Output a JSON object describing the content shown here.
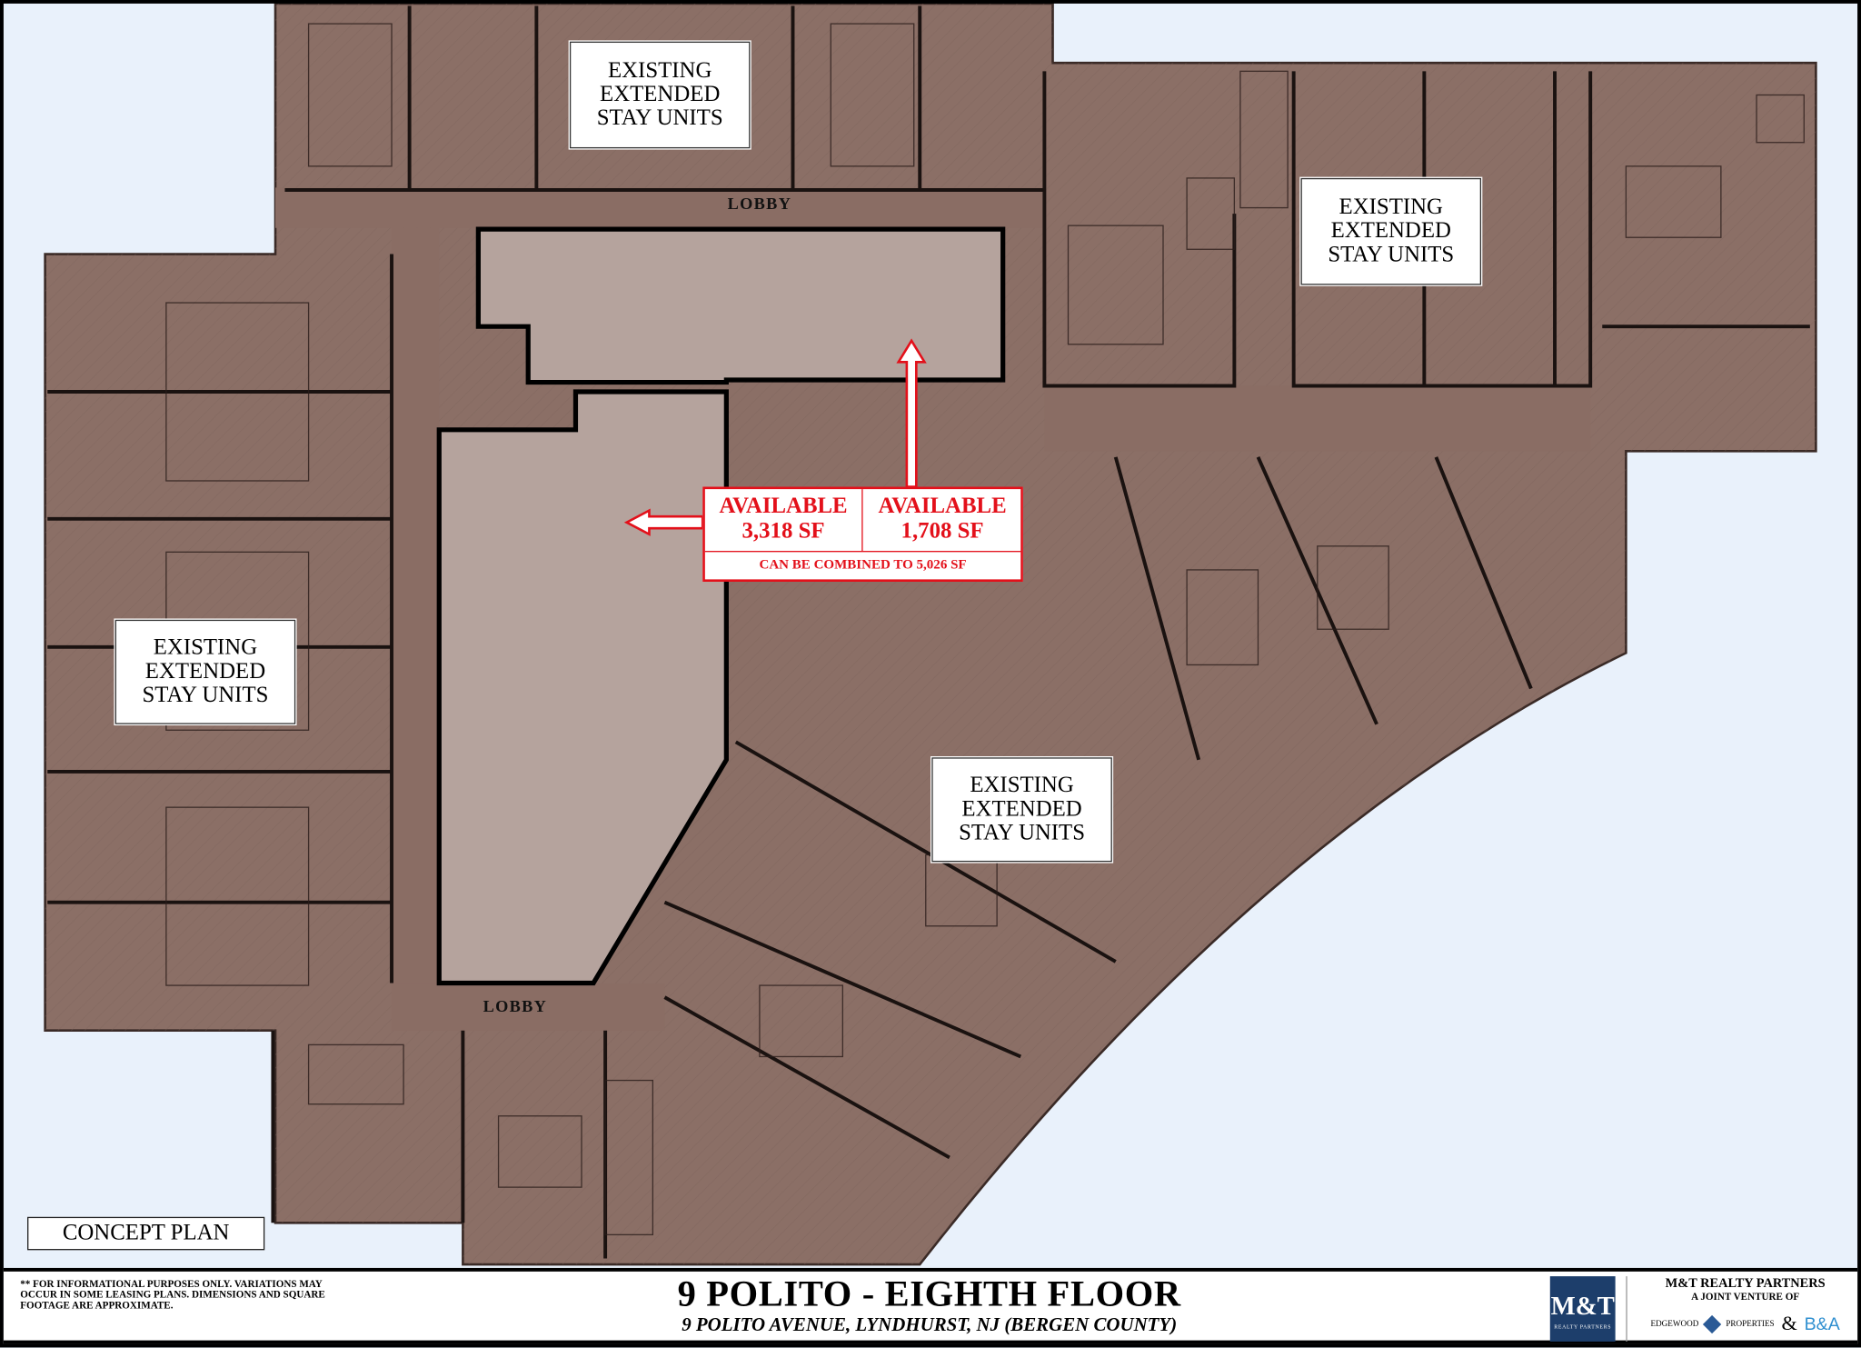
{
  "plan": {
    "unit_labels": [
      [
        "EXISTING",
        "EXTENDED",
        "STAY UNITS"
      ],
      [
        "EXISTING",
        "EXTENDED",
        "STAY UNITS"
      ],
      [
        "EXISTING",
        "EXTENDED",
        "STAY UNITS"
      ],
      [
        "EXISTING",
        "EXTENDED",
        "STAY UNITS"
      ]
    ],
    "lobby_labels": [
      "LOBBY",
      "LOBBY"
    ],
    "available": {
      "space_a": {
        "label": "AVAILABLE",
        "size": "3,318 SF"
      },
      "space_b": {
        "label": "AVAILABLE",
        "size": "1,708 SF"
      },
      "combined": "CAN BE COMBINED TO 5,026 SF",
      "color": "#e3101a"
    },
    "concept_label": "CONCEPT PLAN",
    "colors": {
      "building": "#8b6f66",
      "available_space": "#b5a39d",
      "background": "#e9f1fb"
    }
  },
  "footer": {
    "note": "** FOR INFORMATIONAL PURPOSES ONLY. VARIATIONS MAY OCCUR IN SOME LEASING PLANS. DIMENSIONS AND SQUARE FOOTAGE ARE APPROXIMATE.",
    "title": "9 POLITO - EIGHTH FLOOR",
    "subtitle": "9 POLITO AVENUE, LYNDHURST, NJ (BERGEN COUNTY)",
    "logo": {
      "main": "M&T",
      "sub": "REALTY PARTNERS"
    },
    "partner_title": "M&T REALTY PARTNERS",
    "partner_sub": "A JOINT VENTURE OF",
    "partner_a_left": "EDGEWOOD",
    "partner_a_right": "PROPERTIES",
    "amp": "&",
    "partner_b": "B&A"
  }
}
